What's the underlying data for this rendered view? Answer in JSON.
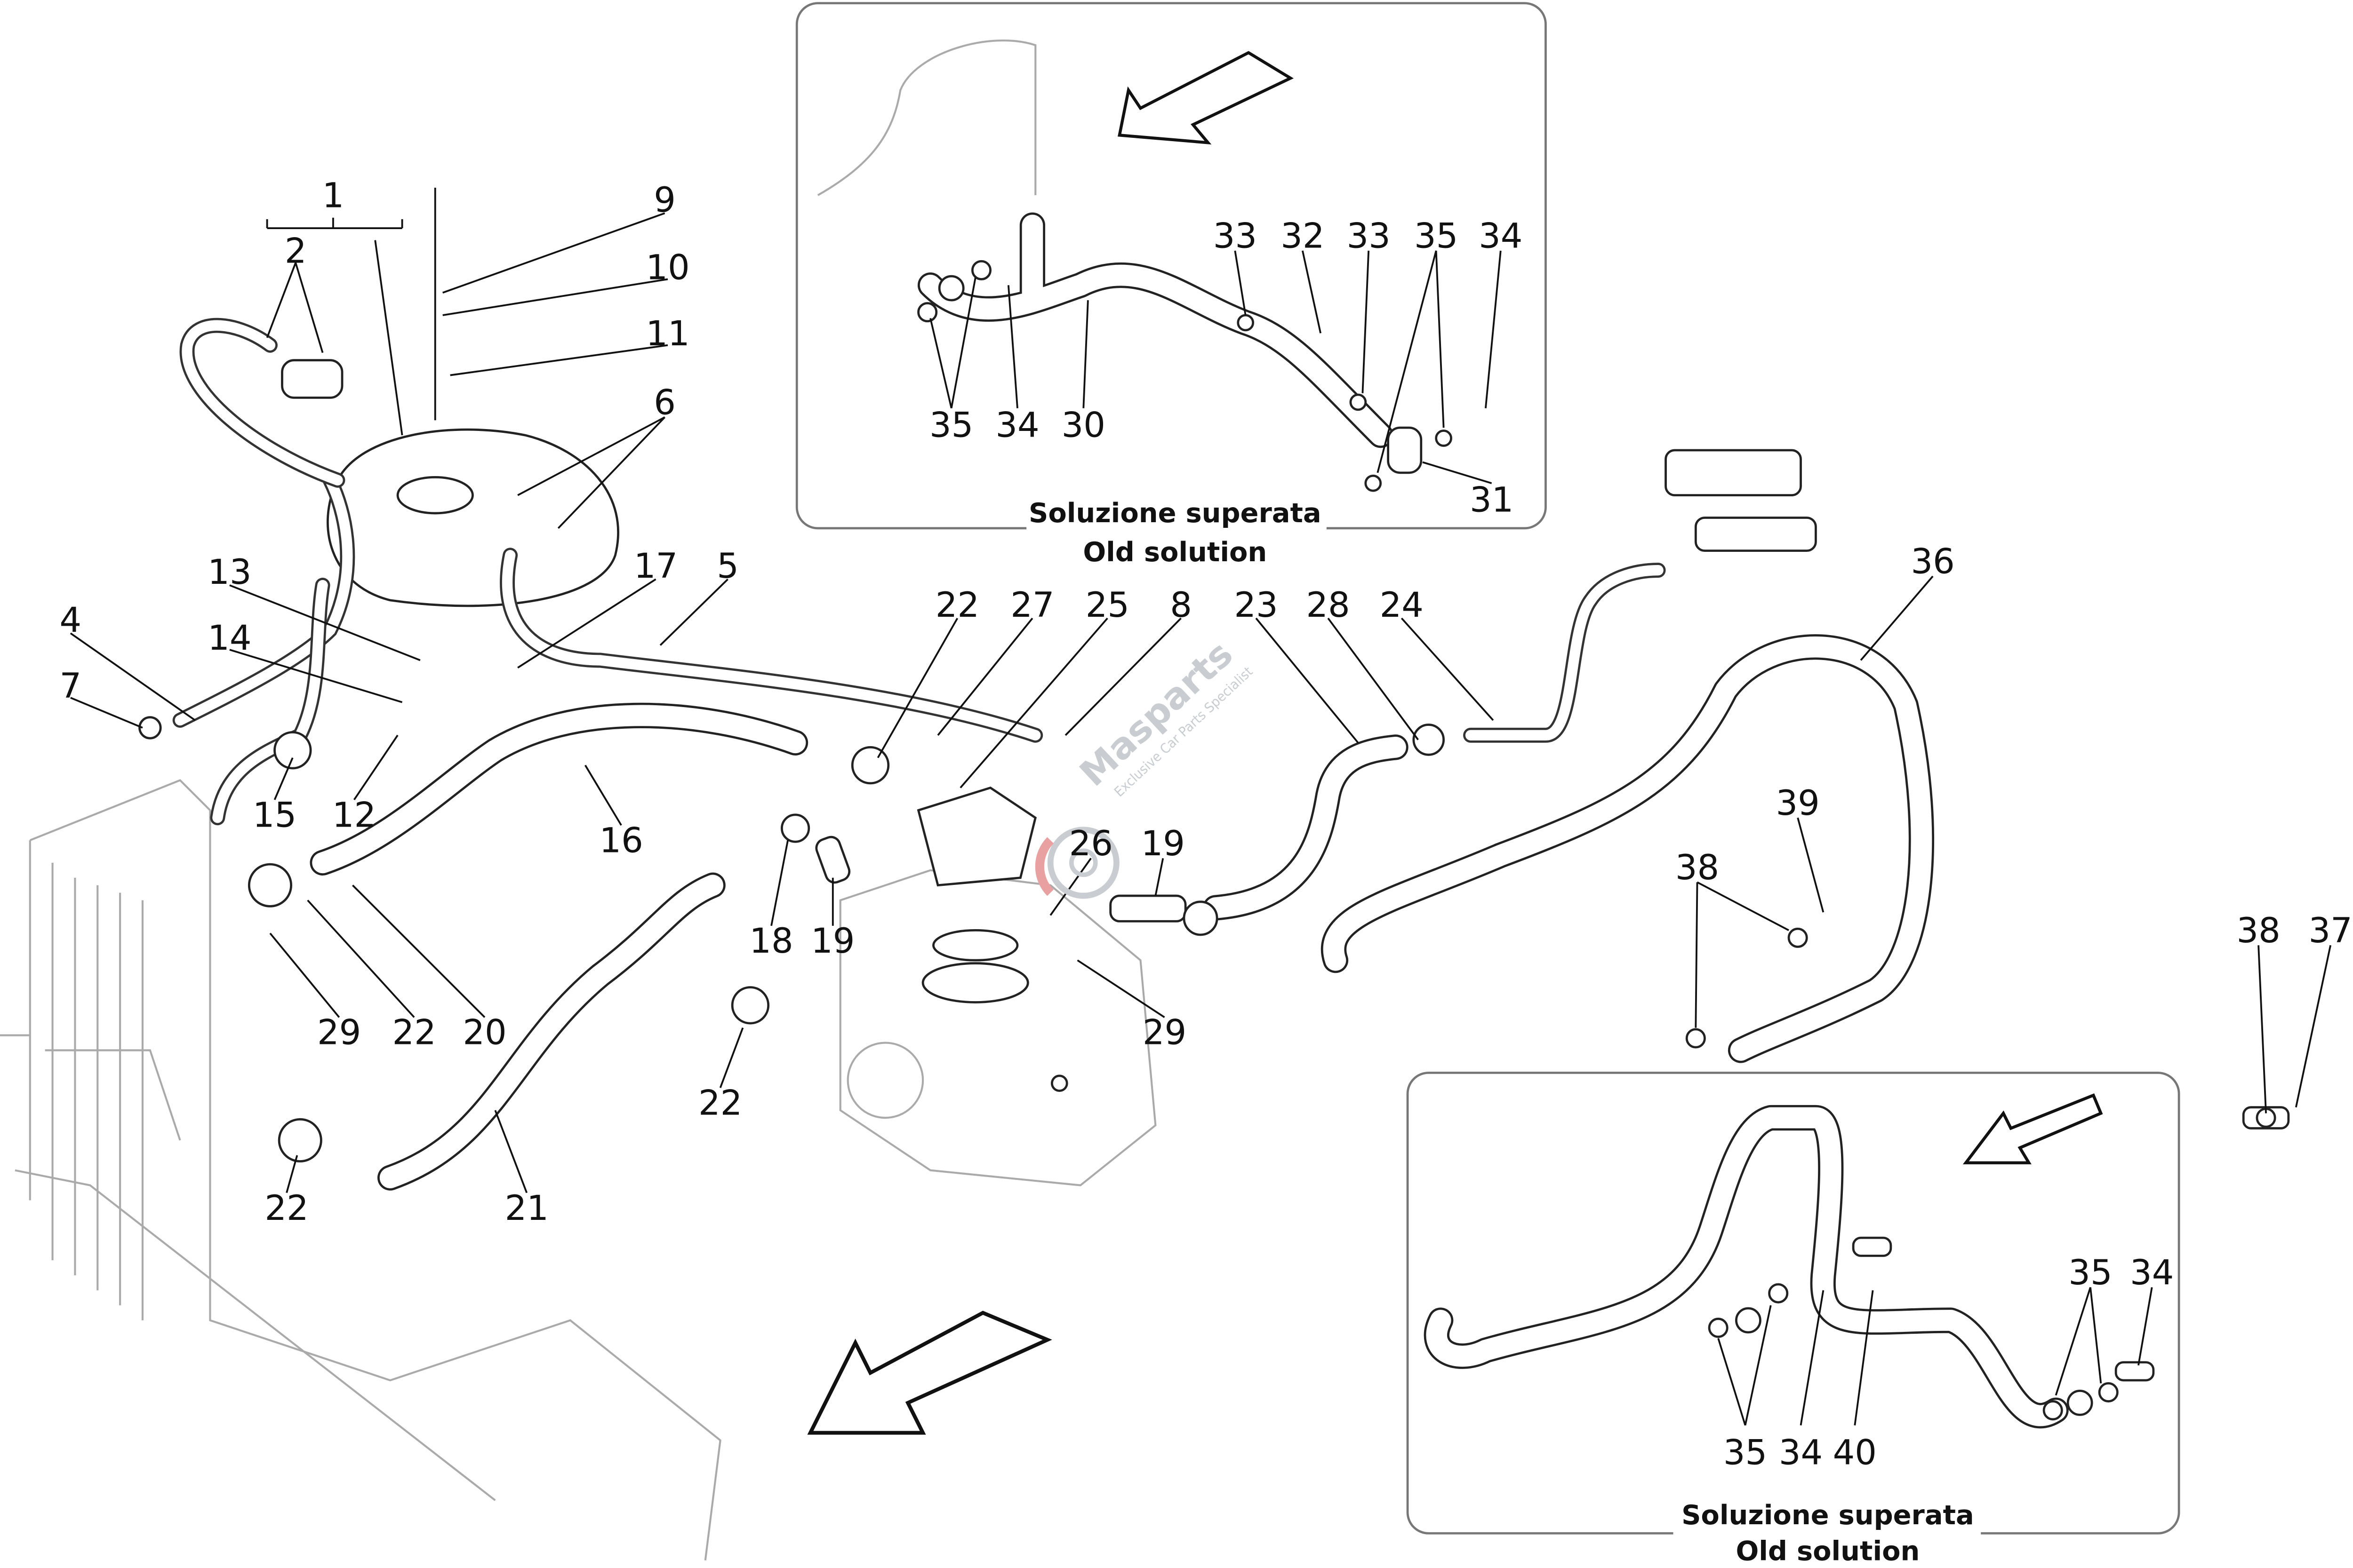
{
  "diagram": {
    "labels": [
      "33",
      "32",
      "33",
      "35",
      "34",
      "35",
      "34",
      "30",
      "31",
      "1",
      "2",
      "9",
      "10",
      "11",
      "6",
      "13",
      "17",
      "5",
      "14",
      "4",
      "7",
      "15",
      "12",
      "16",
      "22",
      "27",
      "25",
      "8",
      "23",
      "28",
      "24",
      "36",
      "26",
      "19",
      "39",
      "38",
      "18",
      "19",
      "29",
      "22",
      "20",
      "29",
      "22",
      "22",
      "21",
      "38",
      "37",
      "35",
      "34",
      "35",
      "34",
      "40"
    ],
    "inset_top": {
      "caption_it": "Soluzione superata",
      "caption_en": "Old solution"
    },
    "inset_bottom": {
      "caption_it": "Soluzione superata",
      "caption_en": "Old solution"
    },
    "watermark": {
      "brand": "Masparts",
      "tagline": "Exclusive Car Parts Specialist",
      "accent": "#e8a0a0"
    },
    "icons": [
      "direction-arrow-icon"
    ]
  }
}
